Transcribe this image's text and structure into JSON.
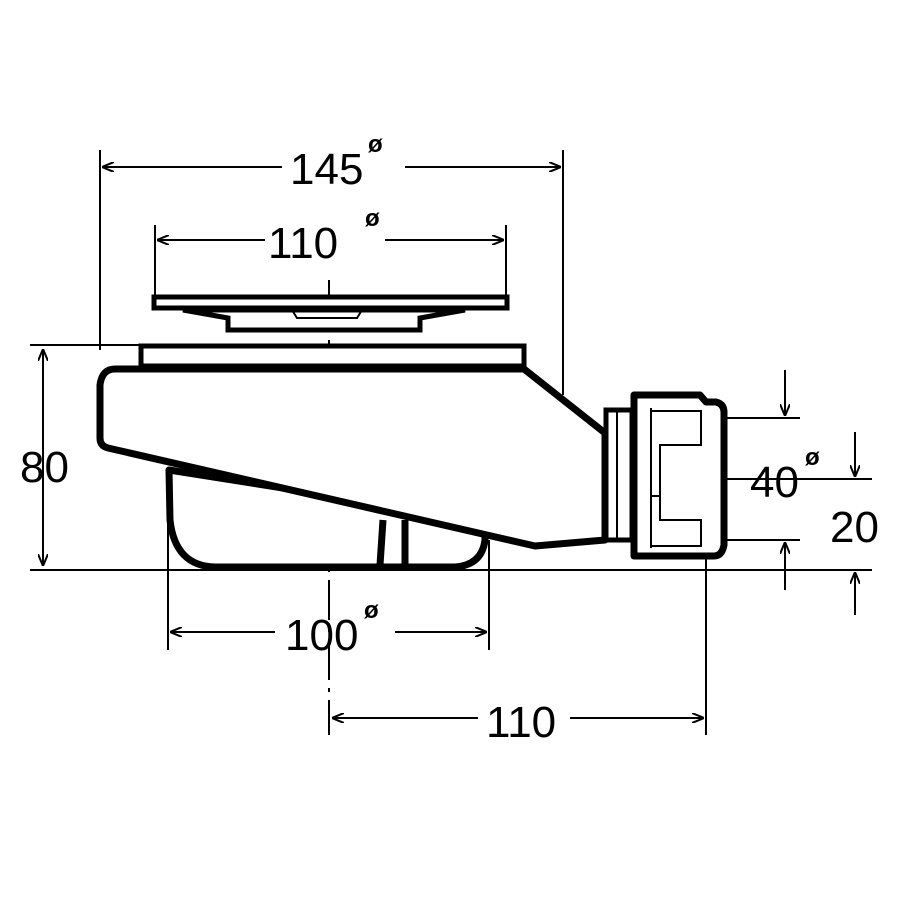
{
  "dimensions": {
    "outer_diameter": {
      "value": "145",
      "symbol": "ø"
    },
    "grate_diameter": {
      "value": "110",
      "symbol": "ø"
    },
    "height": {
      "value": "80"
    },
    "outlet_diameter": {
      "value": "40",
      "symbol": "ø"
    },
    "outlet_height": {
      "value": "20"
    },
    "body_diameter": {
      "value": "100",
      "symbol": "ø"
    },
    "outlet_offset": {
      "value": "110"
    }
  }
}
